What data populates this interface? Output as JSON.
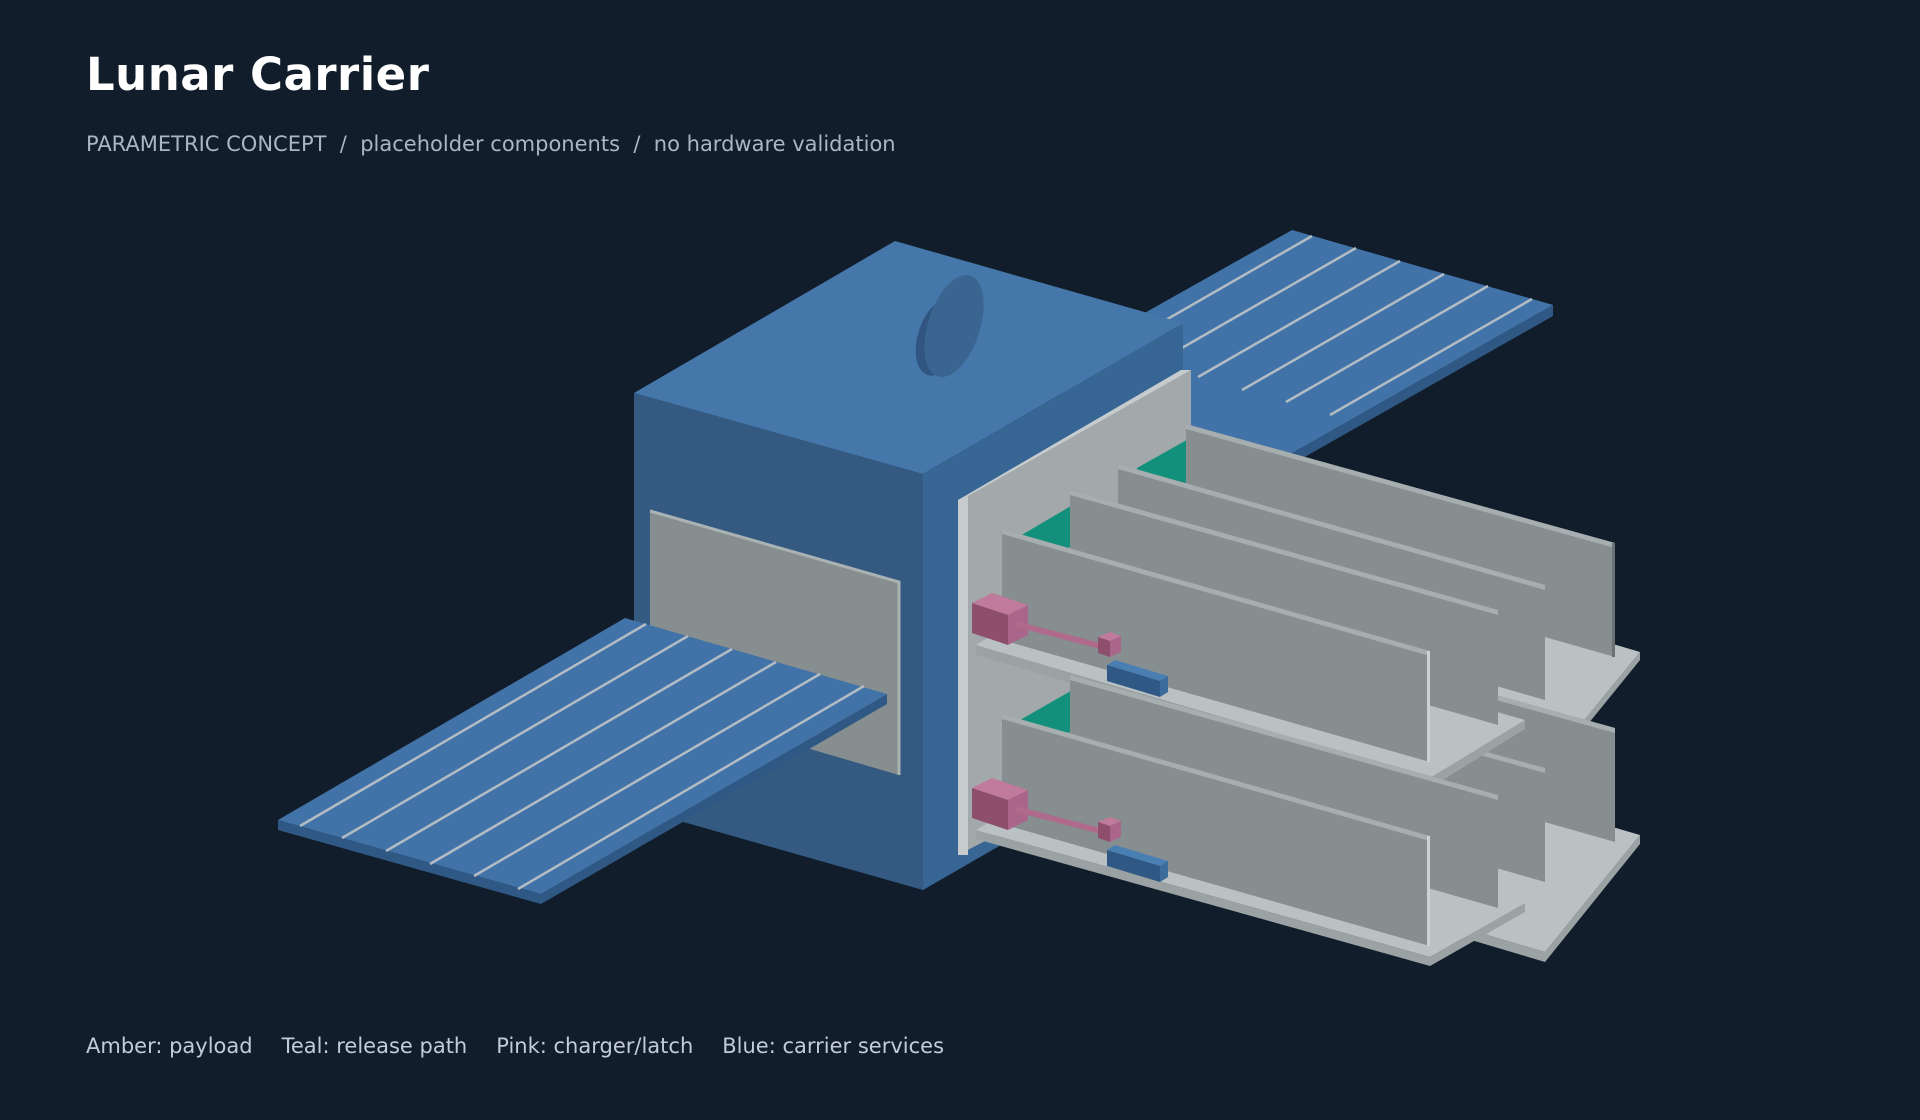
{
  "title": "Lunar Carrier",
  "subtitle": "PARAMETRIC CONCEPT  /  placeholder components  /  no hardware validation",
  "legend": [
    {
      "label": "Amber: payload",
      "color": "#d6943d"
    },
    {
      "label": "Teal: release path",
      "color": "#13907c"
    },
    {
      "label": "Pink: charger/latch",
      "color": "#b06a8c"
    },
    {
      "label": "Blue: carrier services",
      "color": "#3e6e9e"
    }
  ],
  "colors": {
    "background": "#111d2a",
    "body_top": "#4577ab",
    "body_side": "#345a82",
    "body_front": "#376594",
    "panel_blue": "#4273a8",
    "panel_edge": "#2f5984",
    "gray_bay": "#868d8e",
    "gray_light": "#b7bfc1",
    "payload": "#d6943d",
    "teal": "#13907c",
    "pink": "#b06a8c"
  }
}
